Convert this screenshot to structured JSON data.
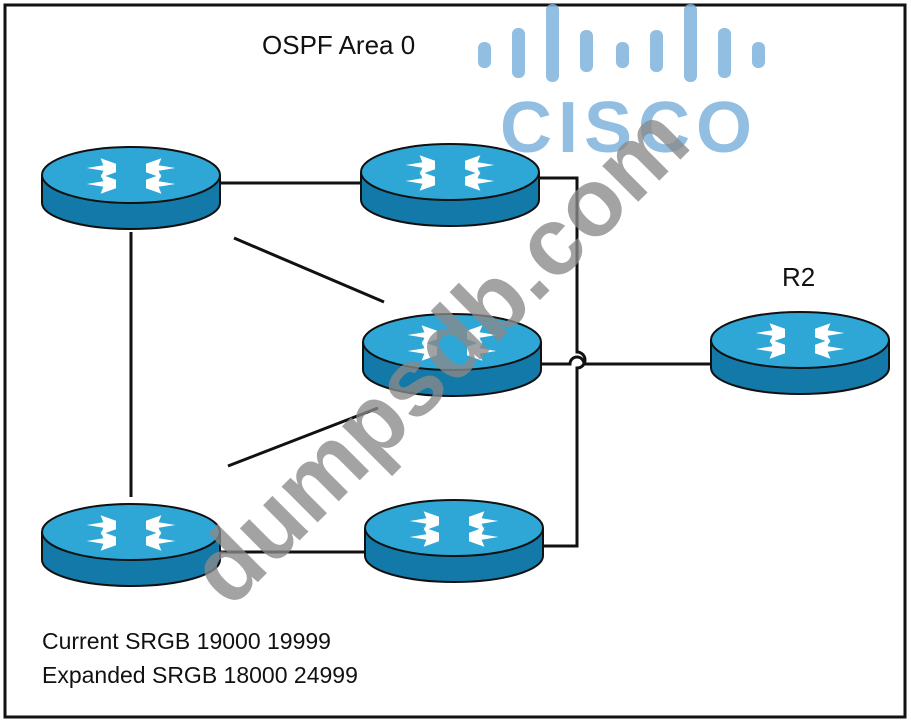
{
  "diagram": {
    "title": "OSPF Area 0",
    "router_label_r2": "R2",
    "srgb": {
      "current": "Current SRGB 19000  19999",
      "expanded": "Expanded SRGB 18000 24999"
    }
  },
  "watermark": {
    "logo_text": "CISCO",
    "site_text": "dumpsdb.com"
  },
  "colors": {
    "router_top": "#2ea6d6",
    "router_side": "#1279a8",
    "link": "#111111",
    "watermark_logo": "#7fb3dd",
    "watermark_text": "#8a8a8a"
  },
  "icons": [
    "router-icon"
  ]
}
